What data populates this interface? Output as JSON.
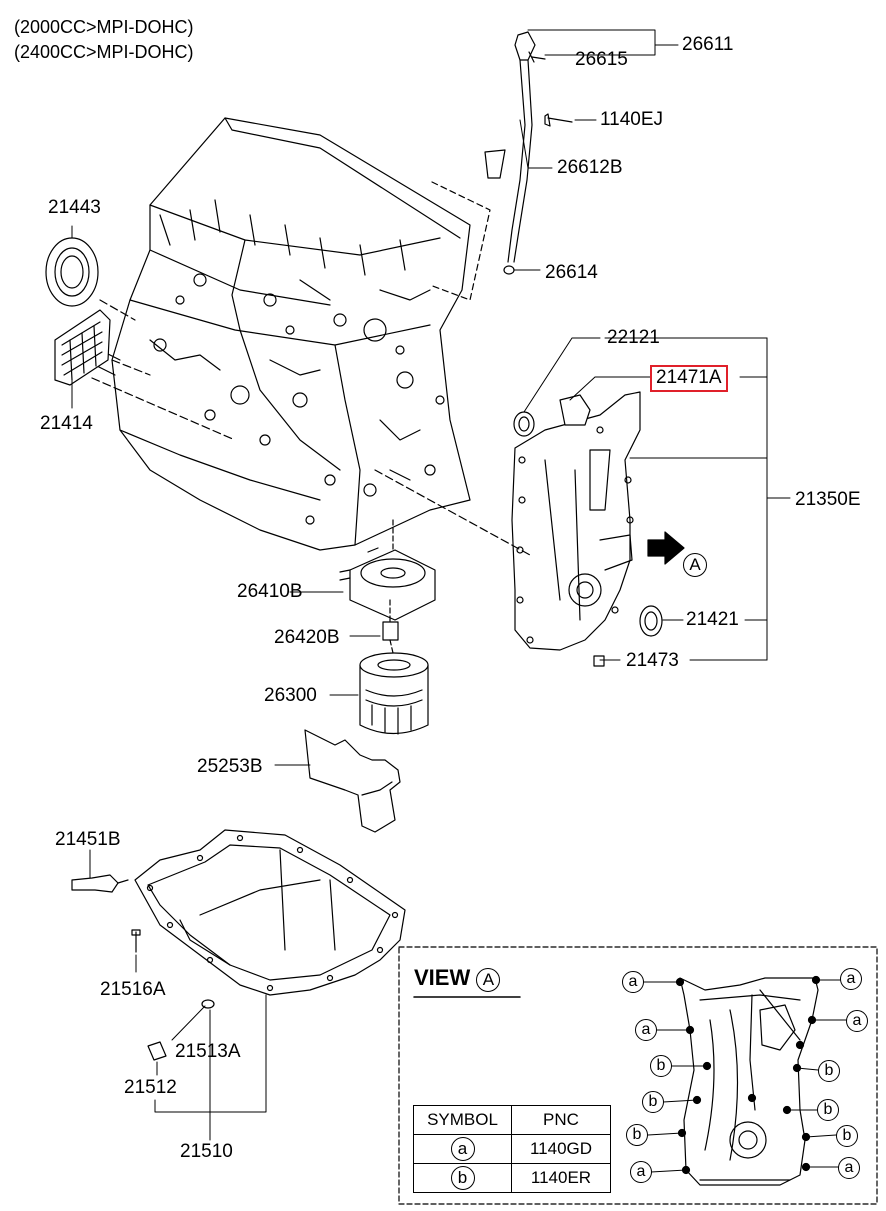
{
  "header": {
    "line1": "(2000CC>MPI-DOHC)",
    "line2": "(2400CC>MPI-DOHC)"
  },
  "parts": {
    "p26611": "26611",
    "p26615": "26615",
    "p1140EJ": "1140EJ",
    "p26612B": "26612B",
    "p26614": "26614",
    "p21443": "21443",
    "p21414": "21414",
    "p22121": "22121",
    "p21471A": "21471A",
    "p21350E": "21350E",
    "p21421": "21421",
    "p21473": "21473",
    "p26410B": "26410B",
    "p26420B": "26420B",
    "p26300": "26300",
    "p25253B": "25253B",
    "p21451B": "21451B",
    "p21516A": "21516A",
    "p21513A": "21513A",
    "p21512": "21512",
    "p21510": "21510"
  },
  "highlighted_part": "21471A",
  "highlight_color": "#e0202a",
  "view_callout": "A",
  "view_box": {
    "title": "VIEW",
    "ref": "A",
    "symbol_table": {
      "headers": [
        "SYMBOL",
        "PNC"
      ],
      "rows": [
        {
          "symbol": "a",
          "pnc": "1140GD"
        },
        {
          "symbol": "b",
          "pnc": "1140ER"
        }
      ]
    },
    "markers": {
      "a": "a",
      "b": "b"
    }
  }
}
